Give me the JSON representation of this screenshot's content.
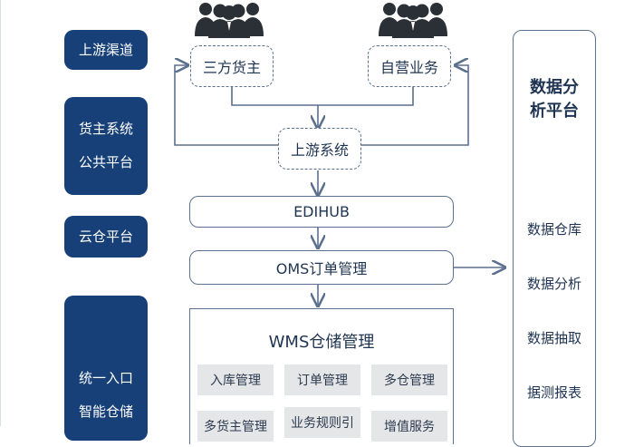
{
  "left_labels": {
    "upstream_channel": "上游渠道",
    "owner_system_line1": "货主系统",
    "owner_system_line2": "公共平台",
    "cloud_warehouse": "云仓平台",
    "smart_line1": "统一入口",
    "smart_line2": "智能仓储"
  },
  "nodes": {
    "third_party_owner": "三方货主",
    "self_operated": "自营业务",
    "upstream_system": "上游系统",
    "edihub": "EDIHUB",
    "oms": "OMS订单管理"
  },
  "wms": {
    "title": "WMS仓储管理",
    "modules": [
      "入库管理",
      "订单管理",
      "多仓管理",
      "多货主管理",
      "业务规则引",
      "增值服务"
    ]
  },
  "right_panel": {
    "title": "数据分\n析平台",
    "items": [
      "数据仓库",
      "数据分析",
      "数据抽取",
      "据测报表"
    ]
  },
  "colors": {
    "pill_bg": "#173f78",
    "pill_text": "#ffffff",
    "line": "#5b6f8f",
    "text": "#1f3453",
    "chip_bg": "#e5e6e8"
  },
  "icons": [
    "people-group-icon",
    "people-group-icon"
  ]
}
